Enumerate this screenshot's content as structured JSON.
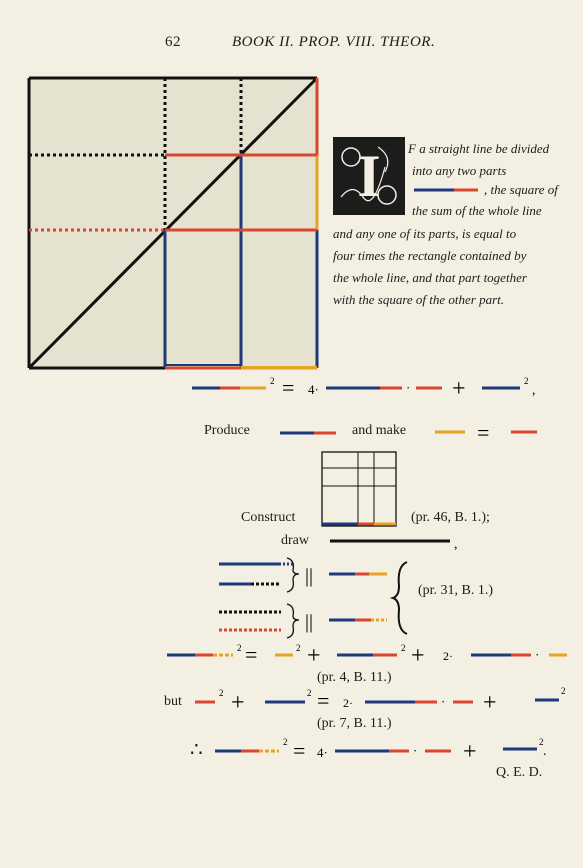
{
  "header": {
    "page_number": "62",
    "title": "BOOK II. PROP. VIII. THEOR."
  },
  "initial": {
    "letter": "I"
  },
  "proposition": {
    "lines": [
      "F a straight line be divided",
      "into  any  two  parts",
      ", the square of",
      "the sum of the whole line",
      "and any one of its parts, is equal to",
      "four times the rectangle contained by",
      "the whole line, and that part together",
      "with the square of the other part."
    ]
  },
  "proof": {
    "produce": "Produce",
    "and_make": "and make",
    "construct": "Construct",
    "construct_ref": "(pr. 46, B. 1.);",
    "draw": "draw",
    "parallels_ref": "(pr. 31, B. 1.)",
    "ref_4": "(pr. 4, B. 11.)",
    "but": "but",
    "ref_7": "(pr. 7, B. 11.)",
    "therefore": "∴",
    "qed": "Q. E. D.",
    "four": "4",
    "two": "2",
    "squared": "2"
  },
  "colors": {
    "red": "#d9462f",
    "yellow": "#e9a322",
    "blue": "#1f3a7a",
    "black": "#111111",
    "paper": "#f3efe2",
    "fill": "#e5e2cf"
  }
}
